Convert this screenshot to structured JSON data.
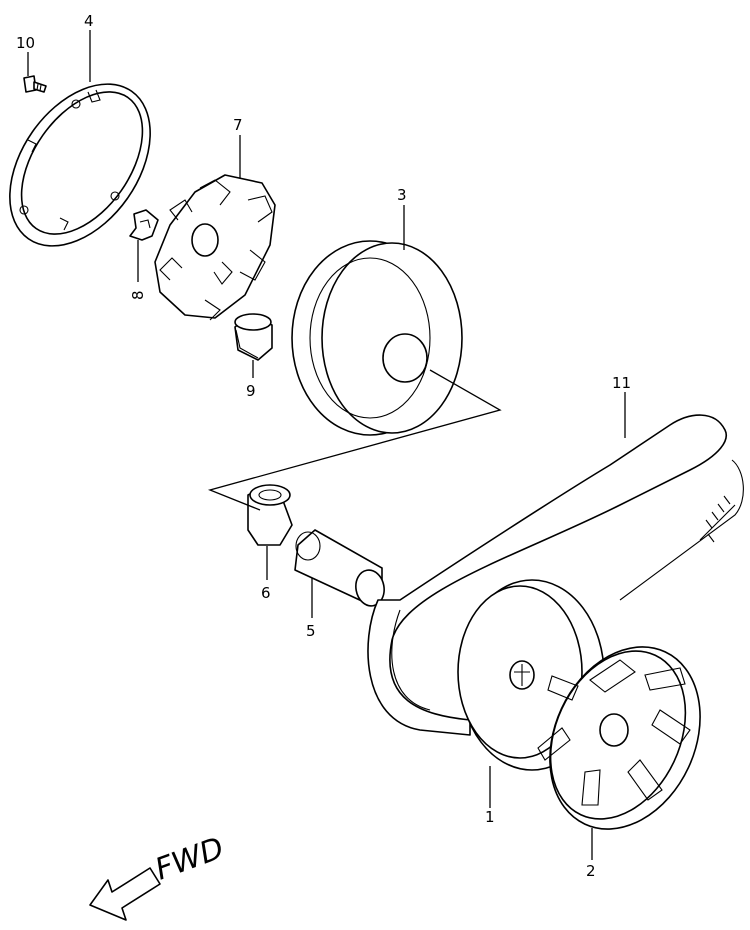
{
  "callouts": [
    {
      "id": "c10",
      "text": "10"
    },
    {
      "id": "c4",
      "text": "4"
    },
    {
      "id": "c7",
      "text": "7"
    },
    {
      "id": "c3",
      "text": "3"
    },
    {
      "id": "c8",
      "text": "8"
    },
    {
      "id": "c9",
      "text": "9"
    },
    {
      "id": "c11",
      "text": "11"
    },
    {
      "id": "c6",
      "text": "6"
    },
    {
      "id": "c5",
      "text": "5"
    },
    {
      "id": "c1",
      "text": "1"
    },
    {
      "id": "c2",
      "text": "2"
    }
  ],
  "direction_label": "FWD"
}
